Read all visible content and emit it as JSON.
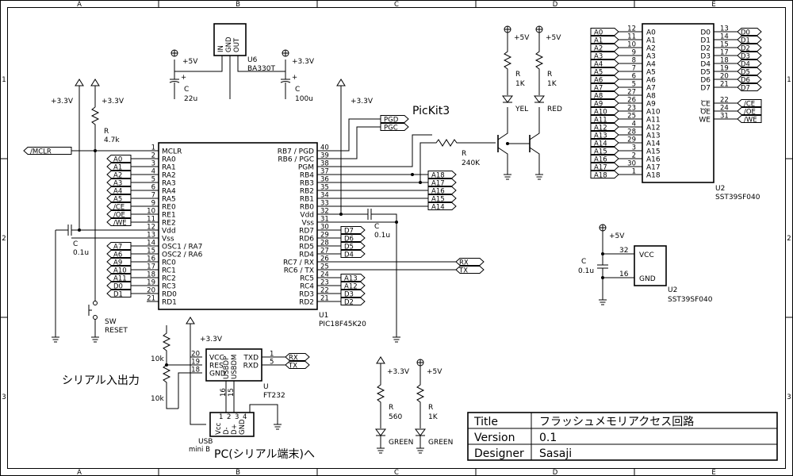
{
  "frame": {
    "columns": [
      "A",
      "B",
      "C",
      "D",
      "E"
    ],
    "rows": [
      "1",
      "2",
      "3"
    ]
  },
  "mcu": {
    "ref": "U1",
    "part": "PIC18F45K20",
    "left_pins": [
      {
        "num": "1",
        "name": "MCLR"
      },
      {
        "num": "2",
        "name": "RA0"
      },
      {
        "num": "3",
        "name": "RA1"
      },
      {
        "num": "4",
        "name": "RA2"
      },
      {
        "num": "5",
        "name": "RA3"
      },
      {
        "num": "6",
        "name": "RA4"
      },
      {
        "num": "7",
        "name": "RA5"
      },
      {
        "num": "9",
        "name": "RE0"
      },
      {
        "num": "10",
        "name": "RE1"
      },
      {
        "num": "11",
        "name": "RE2"
      },
      {
        "num": "12",
        "name": "Vdd"
      },
      {
        "num": "13",
        "name": "Vss"
      },
      {
        "num": "14",
        "name": "OSC1 / RA7"
      },
      {
        "num": "15",
        "name": "OSC2 / RA6"
      },
      {
        "num": "16",
        "name": "RC0"
      },
      {
        "num": "17",
        "name": "RC1"
      },
      {
        "num": "18",
        "name": "RC2"
      },
      {
        "num": "19",
        "name": "RC3"
      },
      {
        "num": "20",
        "name": "RD0"
      },
      {
        "num": "21",
        "name": "RD1"
      }
    ],
    "right_pins": [
      {
        "num": "40",
        "name": "RB7 / PGD"
      },
      {
        "num": "39",
        "name": "RB6 / PGC"
      },
      {
        "num": "38",
        "name": "PGM"
      },
      {
        "num": "37",
        "name": "RB4"
      },
      {
        "num": "36",
        "name": "RB3"
      },
      {
        "num": "35",
        "name": "RB2"
      },
      {
        "num": "34",
        "name": "RB1"
      },
      {
        "num": "33",
        "name": "RB0"
      },
      {
        "num": "32",
        "name": "Vdd"
      },
      {
        "num": "31",
        "name": "Vss"
      },
      {
        "num": "30",
        "name": "RD7"
      },
      {
        "num": "29",
        "name": "RD6"
      },
      {
        "num": "28",
        "name": "RD5"
      },
      {
        "num": "27",
        "name": "RD4"
      },
      {
        "num": "26",
        "name": "RC7 / RX"
      },
      {
        "num": "25",
        "name": "RC6 / TX"
      },
      {
        "num": "24",
        "name": "RC5"
      },
      {
        "num": "23",
        "name": "RC4"
      },
      {
        "num": "22",
        "name": "RD3"
      },
      {
        "num": "21",
        "name": "RD2"
      }
    ],
    "left_nets": [
      "/MCLR",
      "A0",
      "A1",
      "A2",
      "A3",
      "A4",
      "A5",
      "/CE",
      "/OE",
      "/WE",
      "",
      "",
      "A7",
      "A6",
      "A9",
      "A10",
      "A11",
      "D0",
      "D1"
    ],
    "right_nets": [
      "PGD",
      "PGC",
      "",
      "A18",
      "A17",
      "A16",
      "A15",
      "A14",
      "",
      "",
      "D7",
      "D6",
      "D5",
      "D4",
      "RX",
      "TX",
      "A13",
      "A12",
      "D3",
      "D2"
    ]
  },
  "flash": {
    "ref": "U2",
    "part": "SST39SF040",
    "addr_nets": [
      "A0",
      "A1",
      "A2",
      "A3",
      "A4",
      "A5",
      "A6",
      "A7",
      "A8",
      "A9",
      "A10",
      "A11",
      "A12",
      "A13",
      "A14",
      "A15",
      "A16",
      "A17",
      "A18"
    ],
    "addr_pin_nums": [
      "12",
      "11",
      "10",
      "9",
      "8",
      "7",
      "6",
      "5",
      "27",
      "26",
      "23",
      "25",
      "4",
      "28",
      "29",
      "3",
      "2",
      "30",
      "1"
    ],
    "addr_pin_names": [
      "A0",
      "A1",
      "A2",
      "A3",
      "A4",
      "A5",
      "A6",
      "A7",
      "A8",
      "A9",
      "A10",
      "A11",
      "A12",
      "A13",
      "A14",
      "A15",
      "A16",
      "A17",
      "A18"
    ],
    "data_pin_names": [
      "D0",
      "D1",
      "D2",
      "D3",
      "D4",
      "D5",
      "D6",
      "D7"
    ],
    "data_pin_nums": [
      "13",
      "14",
      "15",
      "17",
      "18",
      "19",
      "20",
      "21"
    ],
    "data_nets": [
      "D0",
      "D1",
      "D2",
      "D3",
      "D4",
      "D5",
      "D6",
      "D7"
    ],
    "ctrl_pin_names": [
      "CE",
      "OE",
      "WE"
    ],
    "ctrl_pin_nums": [
      "22",
      "24",
      "31"
    ],
    "ctrl_nets": [
      "/CE",
      "/OE",
      "/WE"
    ],
    "power_pin_names": [
      "VCC",
      "GND"
    ],
    "power_pin_nums": [
      "32",
      "16"
    ],
    "power_ref": "U2",
    "power_part": "SST39SF040",
    "power_rail": "+5V",
    "cap_ref": "C",
    "cap_value": "0.1u"
  },
  "regulator": {
    "ref": "U6",
    "part": "BA330T",
    "pins": [
      "IN",
      "GND",
      "OUT"
    ],
    "in_rail": "+5V",
    "out_rail": "+3.3V",
    "c_in": {
      "ref": "C",
      "value": "22u"
    },
    "c_out": {
      "ref": "C",
      "value": "100u"
    }
  },
  "reset": {
    "rail_left": "+3.3V",
    "rail_right": "+3.3V",
    "r_ref": "R",
    "r_value": "4.7k",
    "c_ref": "C",
    "c_value": "0.1u",
    "sw_ref": "SW",
    "sw_name": "RESET",
    "mcu_rail": "+3.3V",
    "mcu_cap_ref": "C",
    "mcu_cap_value": "0.1u"
  },
  "pickit": {
    "label": "PicKit3",
    "r_ref": "R",
    "r_value": "240K"
  },
  "leds": {
    "yel": {
      "rail": "+5V",
      "r_ref": "R",
      "r_value": "1K",
      "name": "YEL"
    },
    "red": {
      "rail": "+5V",
      "r_ref": "R",
      "r_value": "1K",
      "name": "RED"
    },
    "green1": {
      "rail": "+3.3V",
      "r_ref": "R",
      "r_value": "560",
      "name": "GREEN"
    },
    "green2": {
      "rail": "+5V",
      "r_ref": "R",
      "r_value": "1K",
      "name": "GREEN"
    }
  },
  "serial": {
    "title": "シリアル入出力",
    "rail": "+3.3V",
    "r1_value": "10k",
    "r2_value": "10k",
    "ic_ref": "U",
    "ic_part": "FT232",
    "left_pins": [
      {
        "num": "20",
        "name": "VCC"
      },
      {
        "num": "19",
        "name": "RES"
      },
      {
        "num": "18",
        "name": "GND"
      }
    ],
    "right_pins": [
      {
        "num": "1",
        "name": "TXD"
      },
      {
        "num": "5",
        "name": "RXD"
      }
    ],
    "bottom_pins": [
      "USBDP",
      "USBDM"
    ],
    "bottom_nums": [
      "16",
      "15"
    ],
    "nets": [
      "RX",
      "TX"
    ],
    "usb_pins": [
      "Vcc",
      "D-",
      "D+",
      "GND"
    ],
    "usb_nums": [
      "1",
      "2",
      "3",
      "4"
    ],
    "usb_label": "USB",
    "usb_type": "mini B",
    "pc_label": "PC(シリアル端末)へ"
  },
  "title_block": {
    "rows": [
      {
        "key": "Title",
        "value": "フラッシュメモリアクセス回路"
      },
      {
        "key": "Version",
        "value": "0.1"
      },
      {
        "key": "Designer",
        "value": "Sasaji"
      }
    ]
  }
}
